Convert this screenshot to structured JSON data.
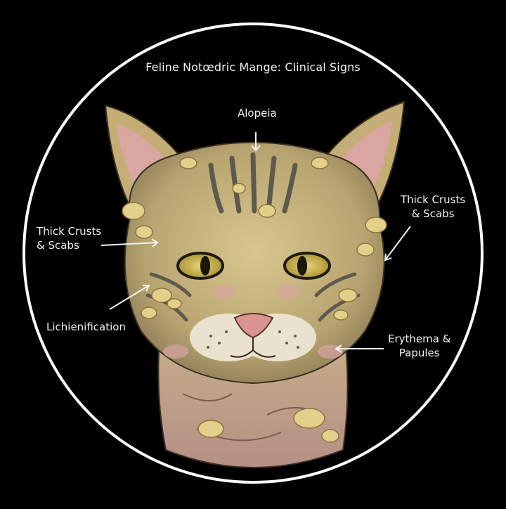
{
  "title": "Feline Notœdric Mange: Clinical Signs",
  "labels": {
    "alopecia": "Alopeia",
    "crusts_left": "Thick Crusts\n& Scabs",
    "crusts_right": "Thick Crusts\n& Scabs",
    "lichenification": "Lichienification",
    "erythema": "Erythema &\nPapules"
  },
  "colors": {
    "background": "#000000",
    "frame": "#ffffff",
    "fur": "#c9b57a",
    "fur_dark": "#6f6a5e",
    "crust": "#e3d08a",
    "skin_pink": "#d8a5a0",
    "eye": "#c9b24a",
    "nose": "#d9958f"
  },
  "icons": [
    "arrow-icon"
  ]
}
